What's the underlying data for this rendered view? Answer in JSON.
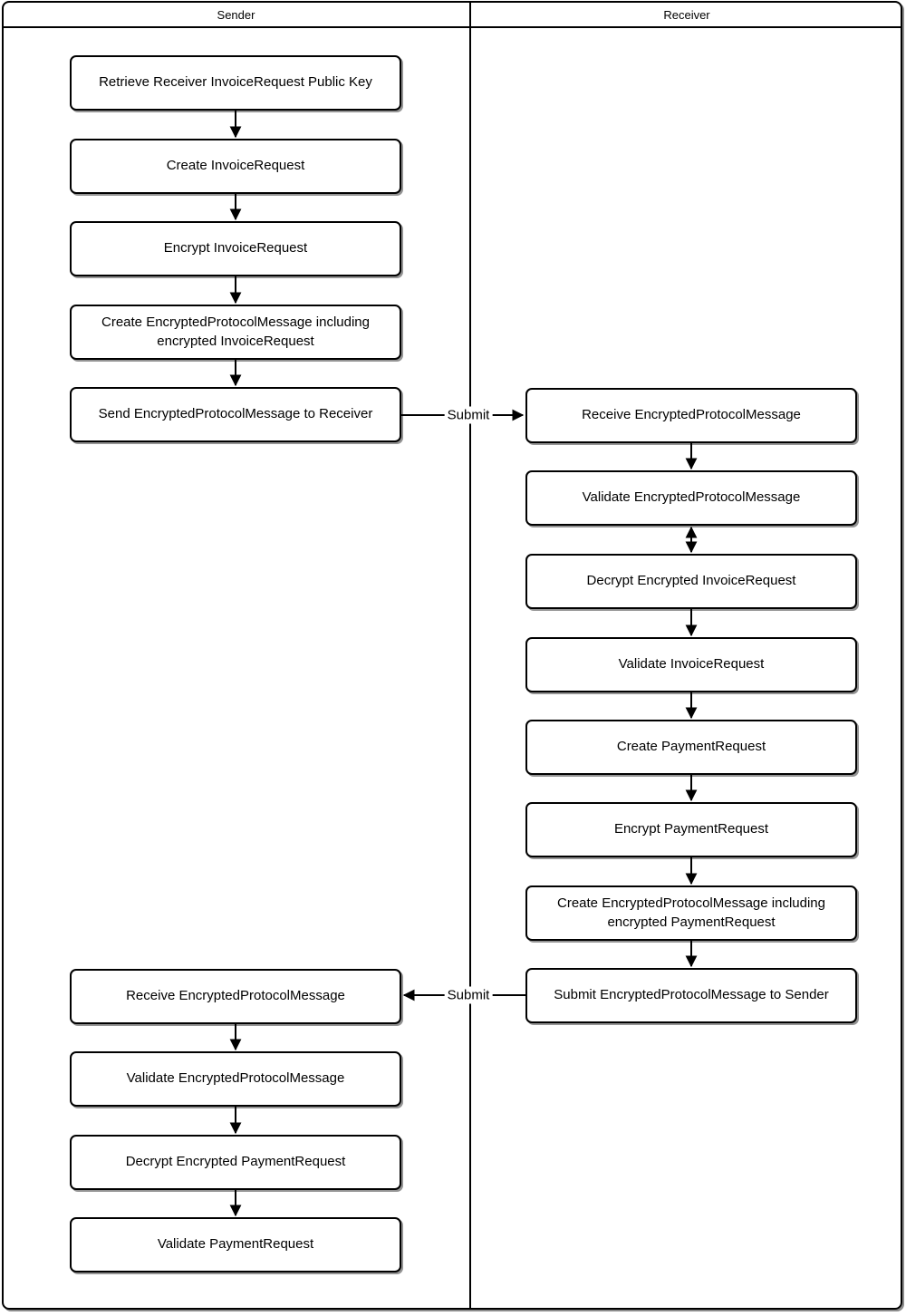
{
  "diagram_type": "swimlane-flowchart",
  "colors": {
    "line": "#000000",
    "node_fill": "#ffffff",
    "text": "#000000",
    "background": "#ffffff"
  },
  "lanes": {
    "sender": {
      "title": "Sender"
    },
    "receiver": {
      "title": "Receiver"
    }
  },
  "nodes": {
    "s1": "Retrieve Receiver InvoiceRequest Public Key",
    "s2": "Create InvoiceRequest",
    "s3": "Encrypt InvoiceRequest",
    "s4": "Create EncryptedProtocolMessage including encrypted InvoiceRequest",
    "s5": "Send EncryptedProtocolMessage to Receiver",
    "s6": "Receive EncryptedProtocolMessage",
    "s7": "Validate EncryptedProtocolMessage",
    "s8": "Decrypt Encrypted PaymentRequest",
    "s9": "Validate PaymentRequest",
    "r1": "Receive EncryptedProtocolMessage",
    "r2": "Validate EncryptedProtocolMessage",
    "r3": "Decrypt Encrypted InvoiceRequest",
    "r4": "Validate InvoiceRequest",
    "r5": "Create PaymentRequest",
    "r6": "Encrypt PaymentRequest",
    "r7": "Create EncryptedProtocolMessage including encrypted PaymentRequest",
    "r8": "Submit EncryptedProtocolMessage to Sender"
  },
  "edge_labels": {
    "sender_to_receiver": "Submit",
    "receiver_to_sender": "Submit"
  },
  "edges": [
    {
      "from": "s1",
      "to": "s2",
      "type": "arrow"
    },
    {
      "from": "s2",
      "to": "s3",
      "type": "arrow"
    },
    {
      "from": "s3",
      "to": "s4",
      "type": "arrow"
    },
    {
      "from": "s4",
      "to": "s5",
      "type": "arrow"
    },
    {
      "from": "s5",
      "to": "r1",
      "type": "arrow",
      "label": "Submit"
    },
    {
      "from": "r1",
      "to": "r2",
      "type": "arrow"
    },
    {
      "from": "r2",
      "to": "r3",
      "type": "double-arrow"
    },
    {
      "from": "r3",
      "to": "r4",
      "type": "arrow"
    },
    {
      "from": "r4",
      "to": "r5",
      "type": "arrow"
    },
    {
      "from": "r5",
      "to": "r6",
      "type": "arrow"
    },
    {
      "from": "r6",
      "to": "r7",
      "type": "arrow"
    },
    {
      "from": "r7",
      "to": "r8",
      "type": "arrow"
    },
    {
      "from": "r8",
      "to": "s6",
      "type": "arrow",
      "label": "Submit"
    },
    {
      "from": "s6",
      "to": "s7",
      "type": "arrow"
    },
    {
      "from": "s7",
      "to": "s8",
      "type": "arrow"
    },
    {
      "from": "s8",
      "to": "s9",
      "type": "arrow"
    }
  ]
}
